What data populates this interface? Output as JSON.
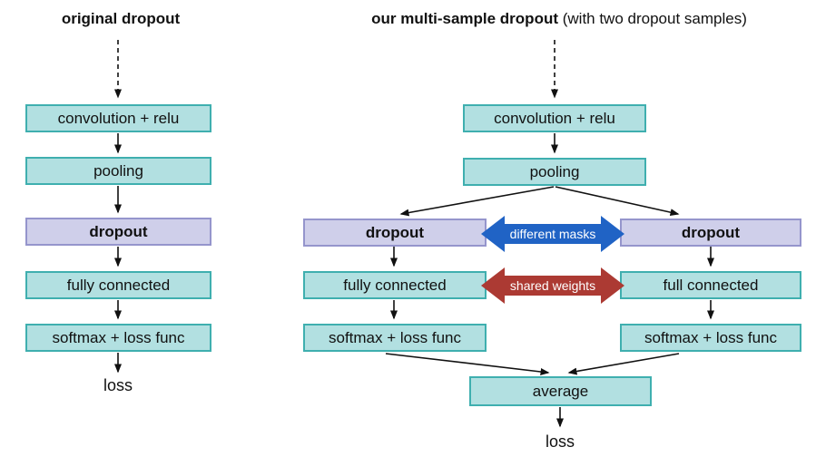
{
  "colors": {
    "teal-fill": "#b2e0e1",
    "teal-border": "#3fafaf",
    "purple-fill": "#cfcfea",
    "purple-border": "#9595cc",
    "blue-arrow": "#2063c5",
    "red-arrow": "#ac3a33",
    "ink": "#111111"
  },
  "left": {
    "title": "original dropout",
    "boxes": [
      {
        "label": "convolution + relu"
      },
      {
        "label": "pooling"
      },
      {
        "label": "dropout"
      },
      {
        "label": "fully connected"
      },
      {
        "label": "softmax + loss func"
      }
    ],
    "loss": "loss"
  },
  "right": {
    "title_bold": "our multi-sample dropout",
    "title_note": " (with two dropout samples)",
    "stem": [
      {
        "label": "convolution + relu"
      },
      {
        "label": "pooling"
      }
    ],
    "branch_a": [
      {
        "label": "dropout"
      },
      {
        "label": "fully connected"
      },
      {
        "label": "softmax + loss func"
      }
    ],
    "branch_b": [
      {
        "label": "dropout"
      },
      {
        "label": "full connected"
      },
      {
        "label": "softmax + loss func"
      }
    ],
    "masks_label": "different masks",
    "weights_label": "shared weights",
    "average_label": "average",
    "loss": "loss"
  }
}
